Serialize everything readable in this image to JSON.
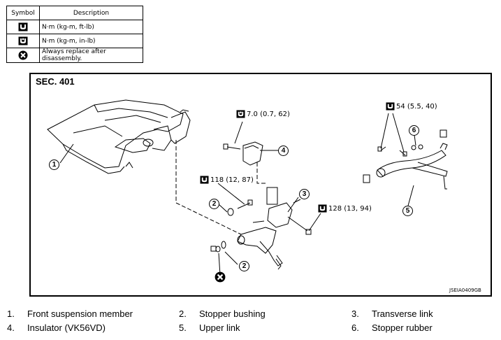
{
  "legend": {
    "header_symbol": "Symbol",
    "header_description": "Description",
    "rows": [
      {
        "icon": "torque-wrench-ftlb-icon",
        "description": "N·m (kg-m, ft-lb)"
      },
      {
        "icon": "torque-wrench-inlb-icon",
        "description": "N·m (kg-m, in-lb)"
      },
      {
        "icon": "always-replace-icon",
        "description": "Always replace after disassembly."
      }
    ]
  },
  "diagram": {
    "section": "SEC. 401",
    "code": "JSEIA0409GB",
    "torques": [
      {
        "icon": "torque-wrench-inlb-icon",
        "value": "7.0 (0.7, 62)"
      },
      {
        "icon": "torque-wrench-ftlb-icon",
        "value": "118 (12, 87)"
      },
      {
        "icon": "torque-wrench-ftlb-icon",
        "value": "128 (13, 94)"
      },
      {
        "icon": "torque-wrench-ftlb-icon",
        "value": "54 (5.5, 40)"
      }
    ],
    "callouts": [
      "1",
      "2",
      "2",
      "3",
      "4",
      "5",
      "6"
    ]
  },
  "parts": [
    {
      "num": "1.",
      "name": "Front suspension member"
    },
    {
      "num": "2.",
      "name": "Stopper bushing"
    },
    {
      "num": "3.",
      "name": "Transverse link"
    },
    {
      "num": "4.",
      "name": "Insulator (VK56VD)"
    },
    {
      "num": "5.",
      "name": "Upper link"
    },
    {
      "num": "6.",
      "name": "Stopper rubber"
    }
  ]
}
